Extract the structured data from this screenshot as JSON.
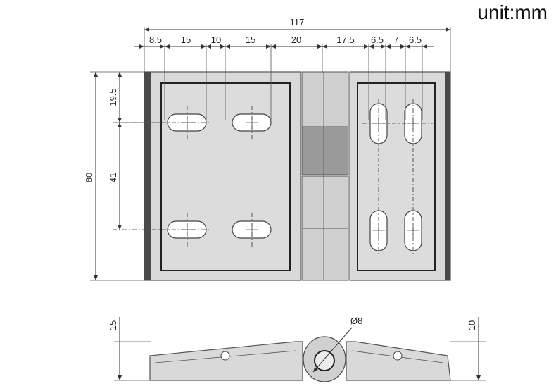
{
  "unit_label": "unit:mm",
  "dims": {
    "overall_width": "117",
    "seg_1": "8.5",
    "seg_2": "15",
    "seg_3": "10",
    "seg_4": "15",
    "seg_5": "20",
    "seg_6": "17.5",
    "seg_7": "6.5",
    "seg_8": "7",
    "seg_9": "6.5",
    "height_total": "80",
    "height_top": "19.5",
    "height_mid": "41",
    "side_height_left": "15",
    "side_height_right": "10",
    "pin_diameter": "Ø8"
  },
  "colors": {
    "plate": "#d9d9d9",
    "edge": "#4a4a4a",
    "line": "#333333"
  }
}
